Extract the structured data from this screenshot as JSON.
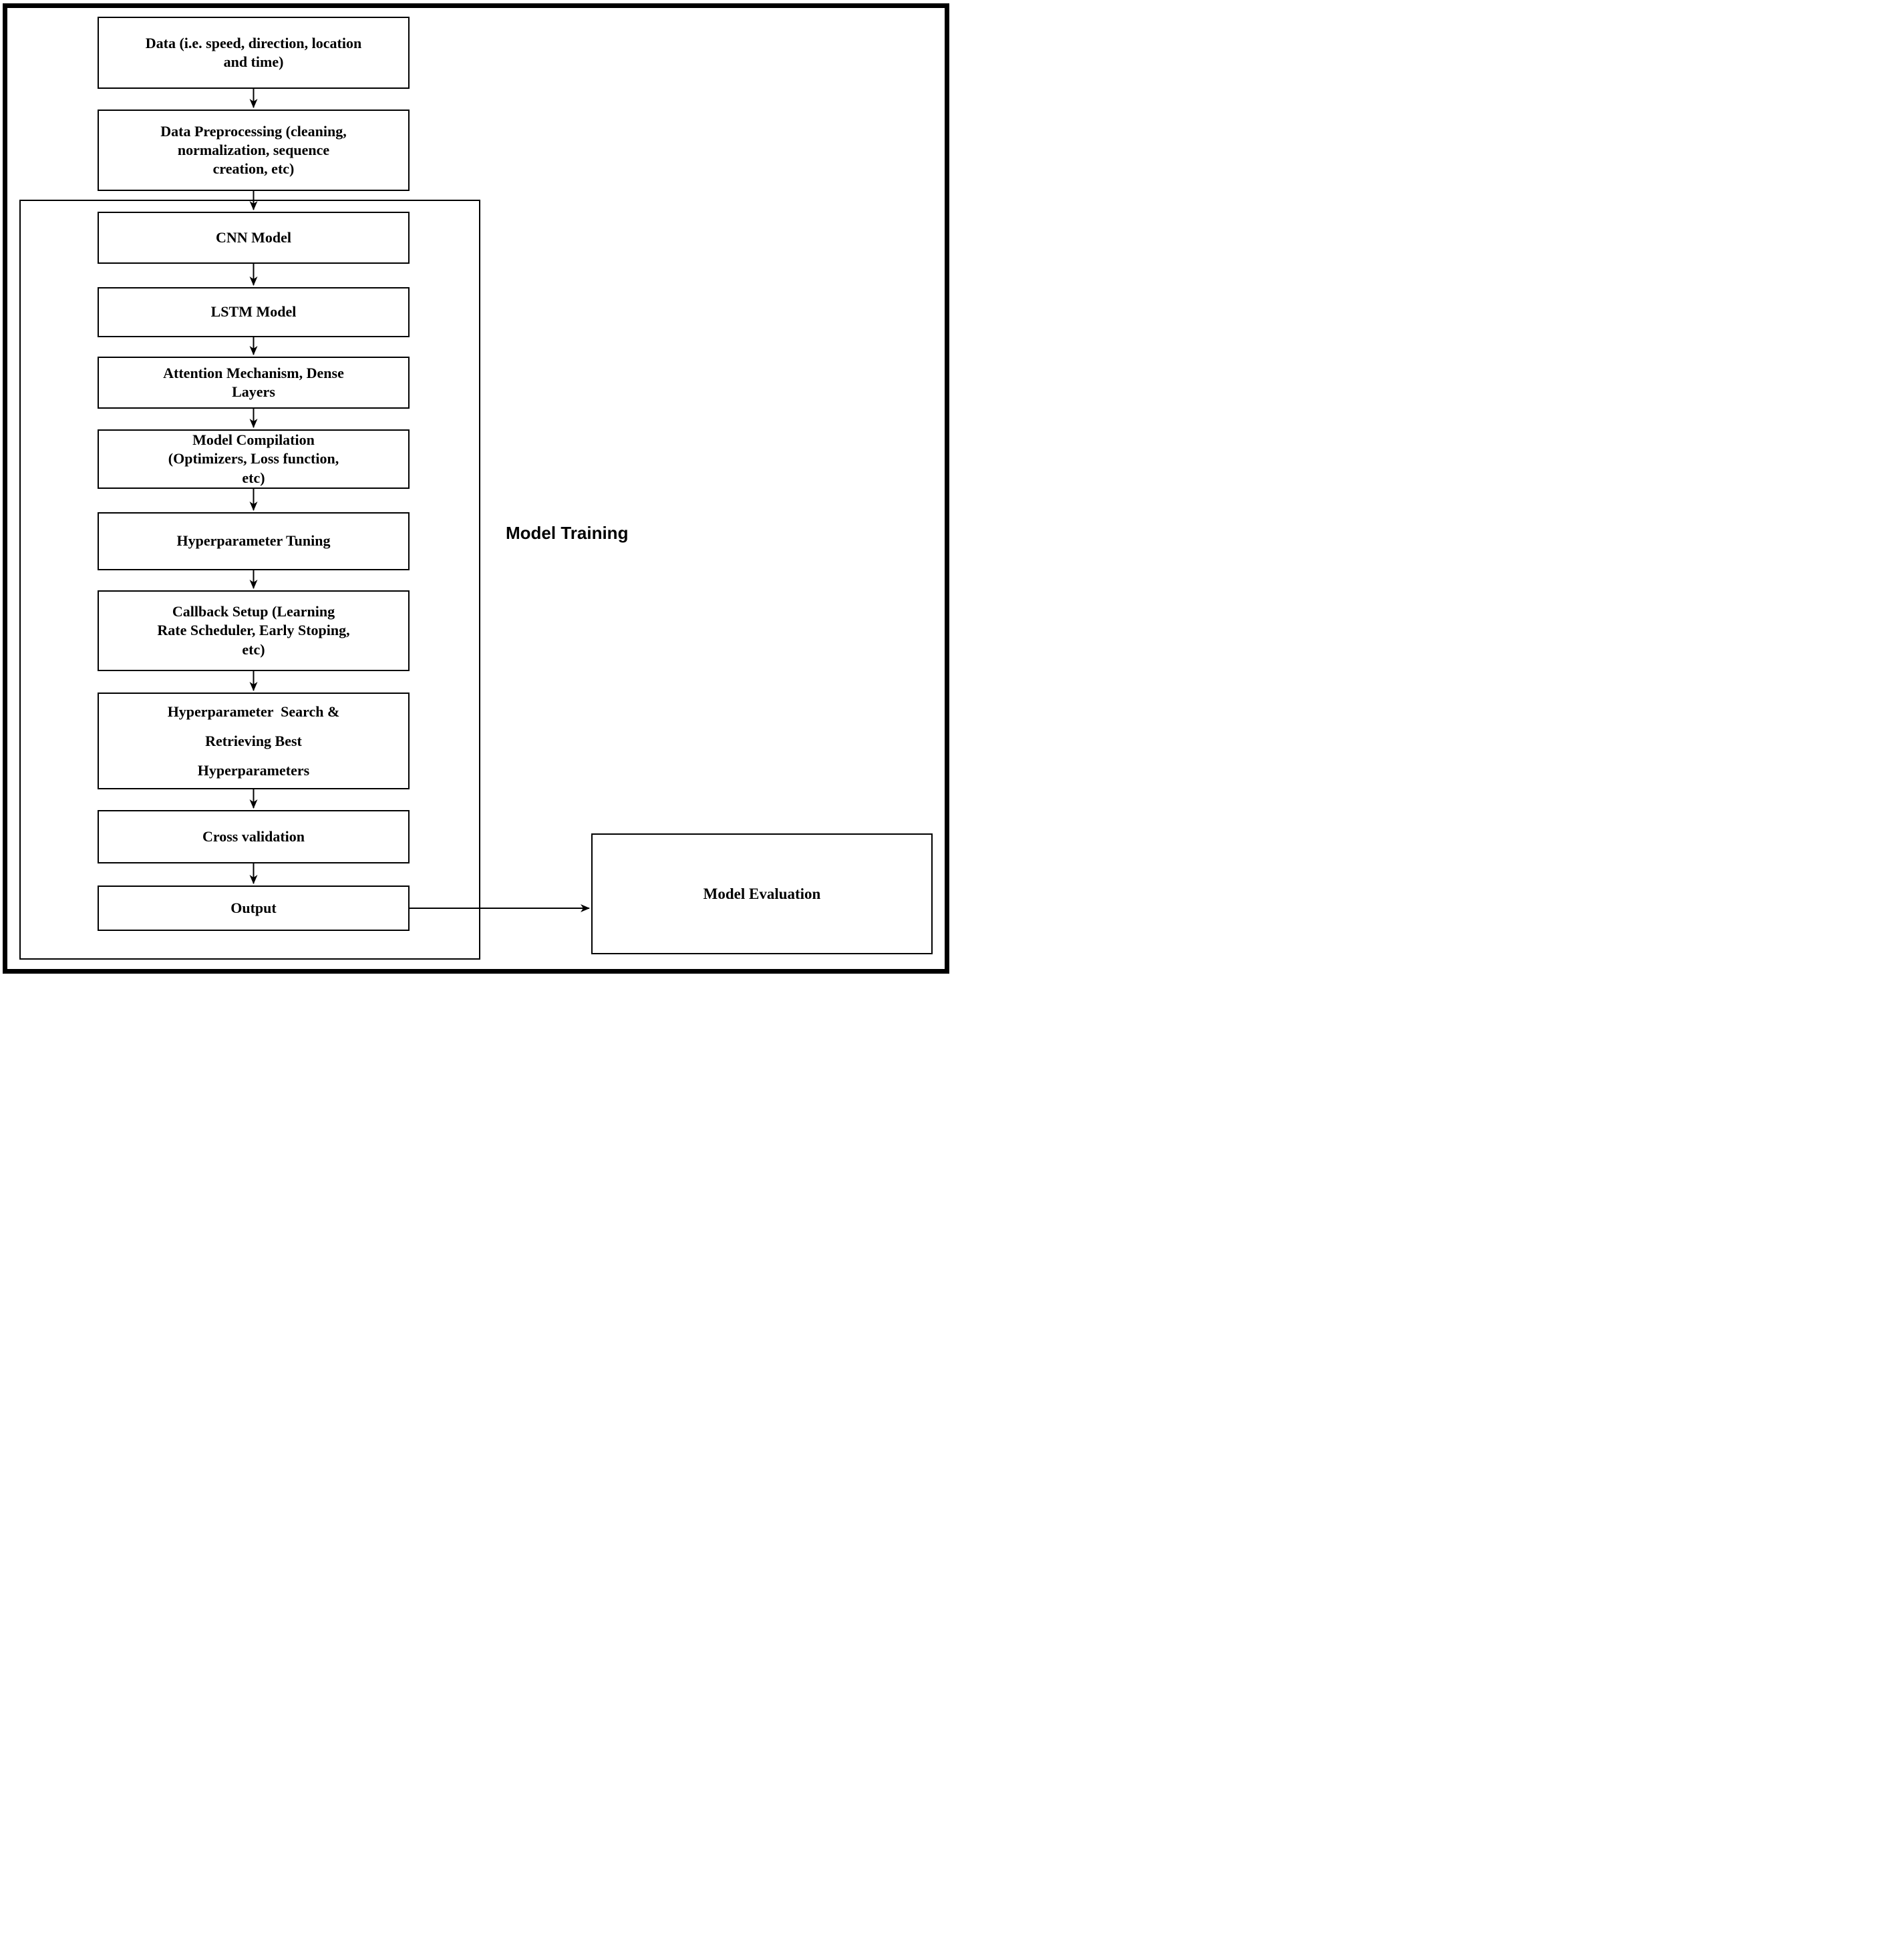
{
  "diagram": {
    "type": "flowchart",
    "colors": {
      "stroke": "#000000",
      "background": "#ffffff",
      "text": "#000000"
    },
    "pipeline": {
      "steps": [
        {
          "id": "data",
          "label": "Data (i.e. speed, direction, location and time)",
          "lines": [
            "Data (i.e. speed, direction, location",
            "and time)"
          ]
        },
        {
          "id": "data-preprocessing",
          "label": "Data Preprocessing (cleaning, normalization, sequence creation, etc)",
          "lines": [
            "Data Preprocessing (cleaning,",
            "normalization, sequence",
            "creation, etc)"
          ]
        },
        {
          "id": "cnn-model",
          "label": "CNN Model",
          "lines": [
            "CNN Model"
          ]
        },
        {
          "id": "lstm-model",
          "label": "LSTM Model",
          "lines": [
            "LSTM Model"
          ]
        },
        {
          "id": "attention-dense",
          "label": "Attention Mechanism, Dense Layers",
          "lines": [
            "Attention Mechanism, Dense",
            "Layers"
          ]
        },
        {
          "id": "model-compilation",
          "label": "Model Compilation (Optimizers, Loss function, etc)",
          "lines": [
            "Model Compilation",
            "(Optimizers, Loss function,",
            "etc)"
          ]
        },
        {
          "id": "hyperparameter-tuning",
          "label": "Hyperparameter Tuning",
          "lines": [
            "Hyperparameter Tuning"
          ]
        },
        {
          "id": "callback-setup",
          "label": "Callback Setup (Learning Rate Scheduler, Early Stoping, etc)",
          "lines": [
            "Callback Setup (Learning",
            "Rate Scheduler, Early Stoping,",
            "etc)"
          ]
        },
        {
          "id": "hyperparameter-search",
          "label": "Hyperparameter  Search & Retrieving Best Hyperparameters",
          "lines": [
            "Hyperparameter  Search &",
            "Retrieving Best",
            "Hyperparameters"
          ]
        },
        {
          "id": "cross-validation",
          "label": "Cross validation",
          "lines": [
            "Cross validation"
          ]
        },
        {
          "id": "output",
          "label": "Output",
          "lines": [
            "Output"
          ]
        }
      ]
    },
    "container_label": "Model Training",
    "evaluation": {
      "label": "Model Evaluation"
    }
  }
}
